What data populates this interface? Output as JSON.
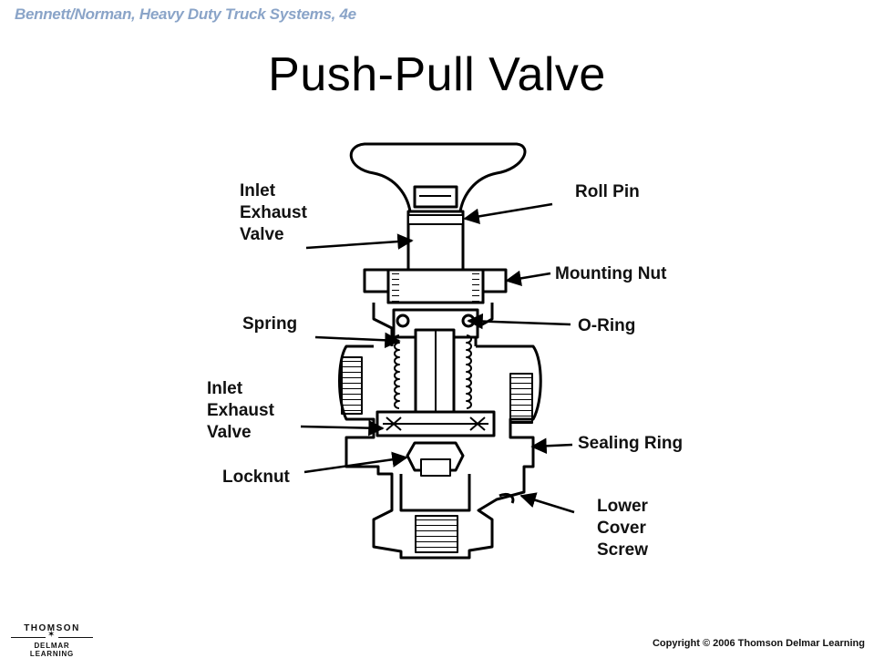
{
  "header": {
    "book_title": "Bennett/Norman, Heavy Duty Truck Systems, 4e"
  },
  "slide": {
    "title": "Push-Pull Valve"
  },
  "callouts": {
    "inlet_exhaust_valve_top": "Inlet\nExhaust\nValve",
    "roll_pin": "Roll Pin",
    "mounting_nut": "Mounting Nut",
    "spring": "Spring",
    "o_ring": "O-Ring",
    "inlet_exhaust_valve_bottom": "Inlet\nExhaust\nValve",
    "sealing_ring": "Sealing Ring",
    "locknut": "Locknut",
    "lower_cover_screw": "Lower\nCover\nScrew"
  },
  "footer": {
    "logo_top": "THOMSON",
    "logo_bottom": "DELMAR LEARNING",
    "copyright": "Copyright © 2006 Thomson Delmar Learning"
  },
  "colors": {
    "book_title": "#8aa4c8",
    "line_art": "#000000"
  }
}
